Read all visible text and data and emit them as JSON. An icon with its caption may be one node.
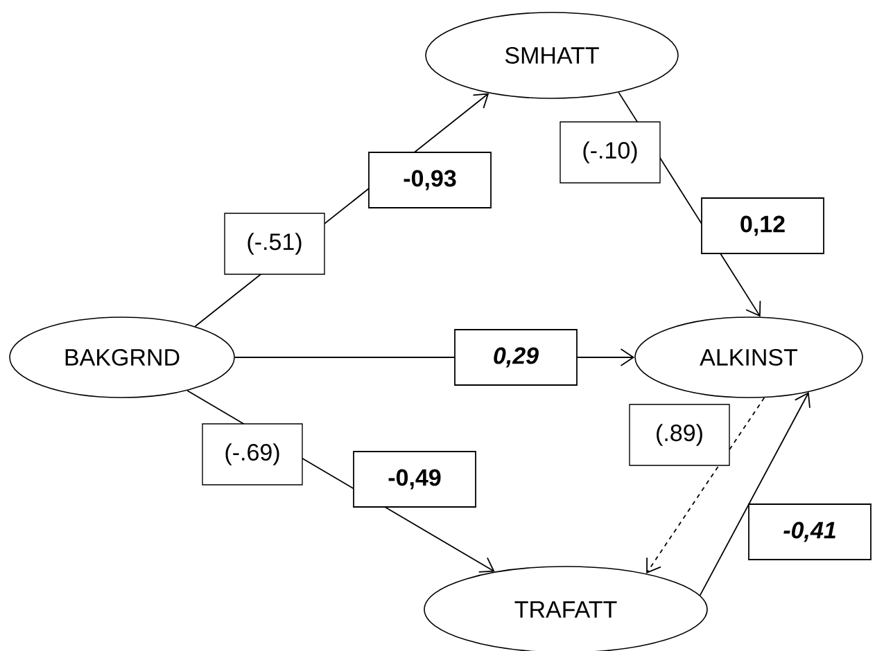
{
  "diagram": {
    "nodes": [
      {
        "text": [
          "SMHATT"
        ]
      },
      {
        "text": [
          "BAKGRND"
        ]
      },
      {
        "text": [
          "ALKINST"
        ]
      },
      {
        "text": [
          "TRAFATT"
        ]
      }
    ],
    "edges": [
      {
        "from": 1,
        "to": 0,
        "arrow": "to",
        "label": "-0,93"
      },
      {
        "from": 0,
        "to": 2,
        "arrow": "to",
        "label": "0,12"
      },
      {
        "from": 1,
        "to": 2,
        "arrow": "to",
        "label": "*0,29*"
      },
      {
        "from": 1,
        "to": 3,
        "arrow": "to",
        "label": "-0,49"
      },
      {
        "from": 2,
        "to": 3,
        "arrow": "to",
        "style": "dashed"
      },
      {
        "from": 3,
        "to": 2,
        "arrow": "to",
        "label": "*-0,41*"
      }
    ],
    "labels": [
      "(-.51)",
      "(-.10)",
      "(-.69)",
      "(.89)"
    ]
  }
}
